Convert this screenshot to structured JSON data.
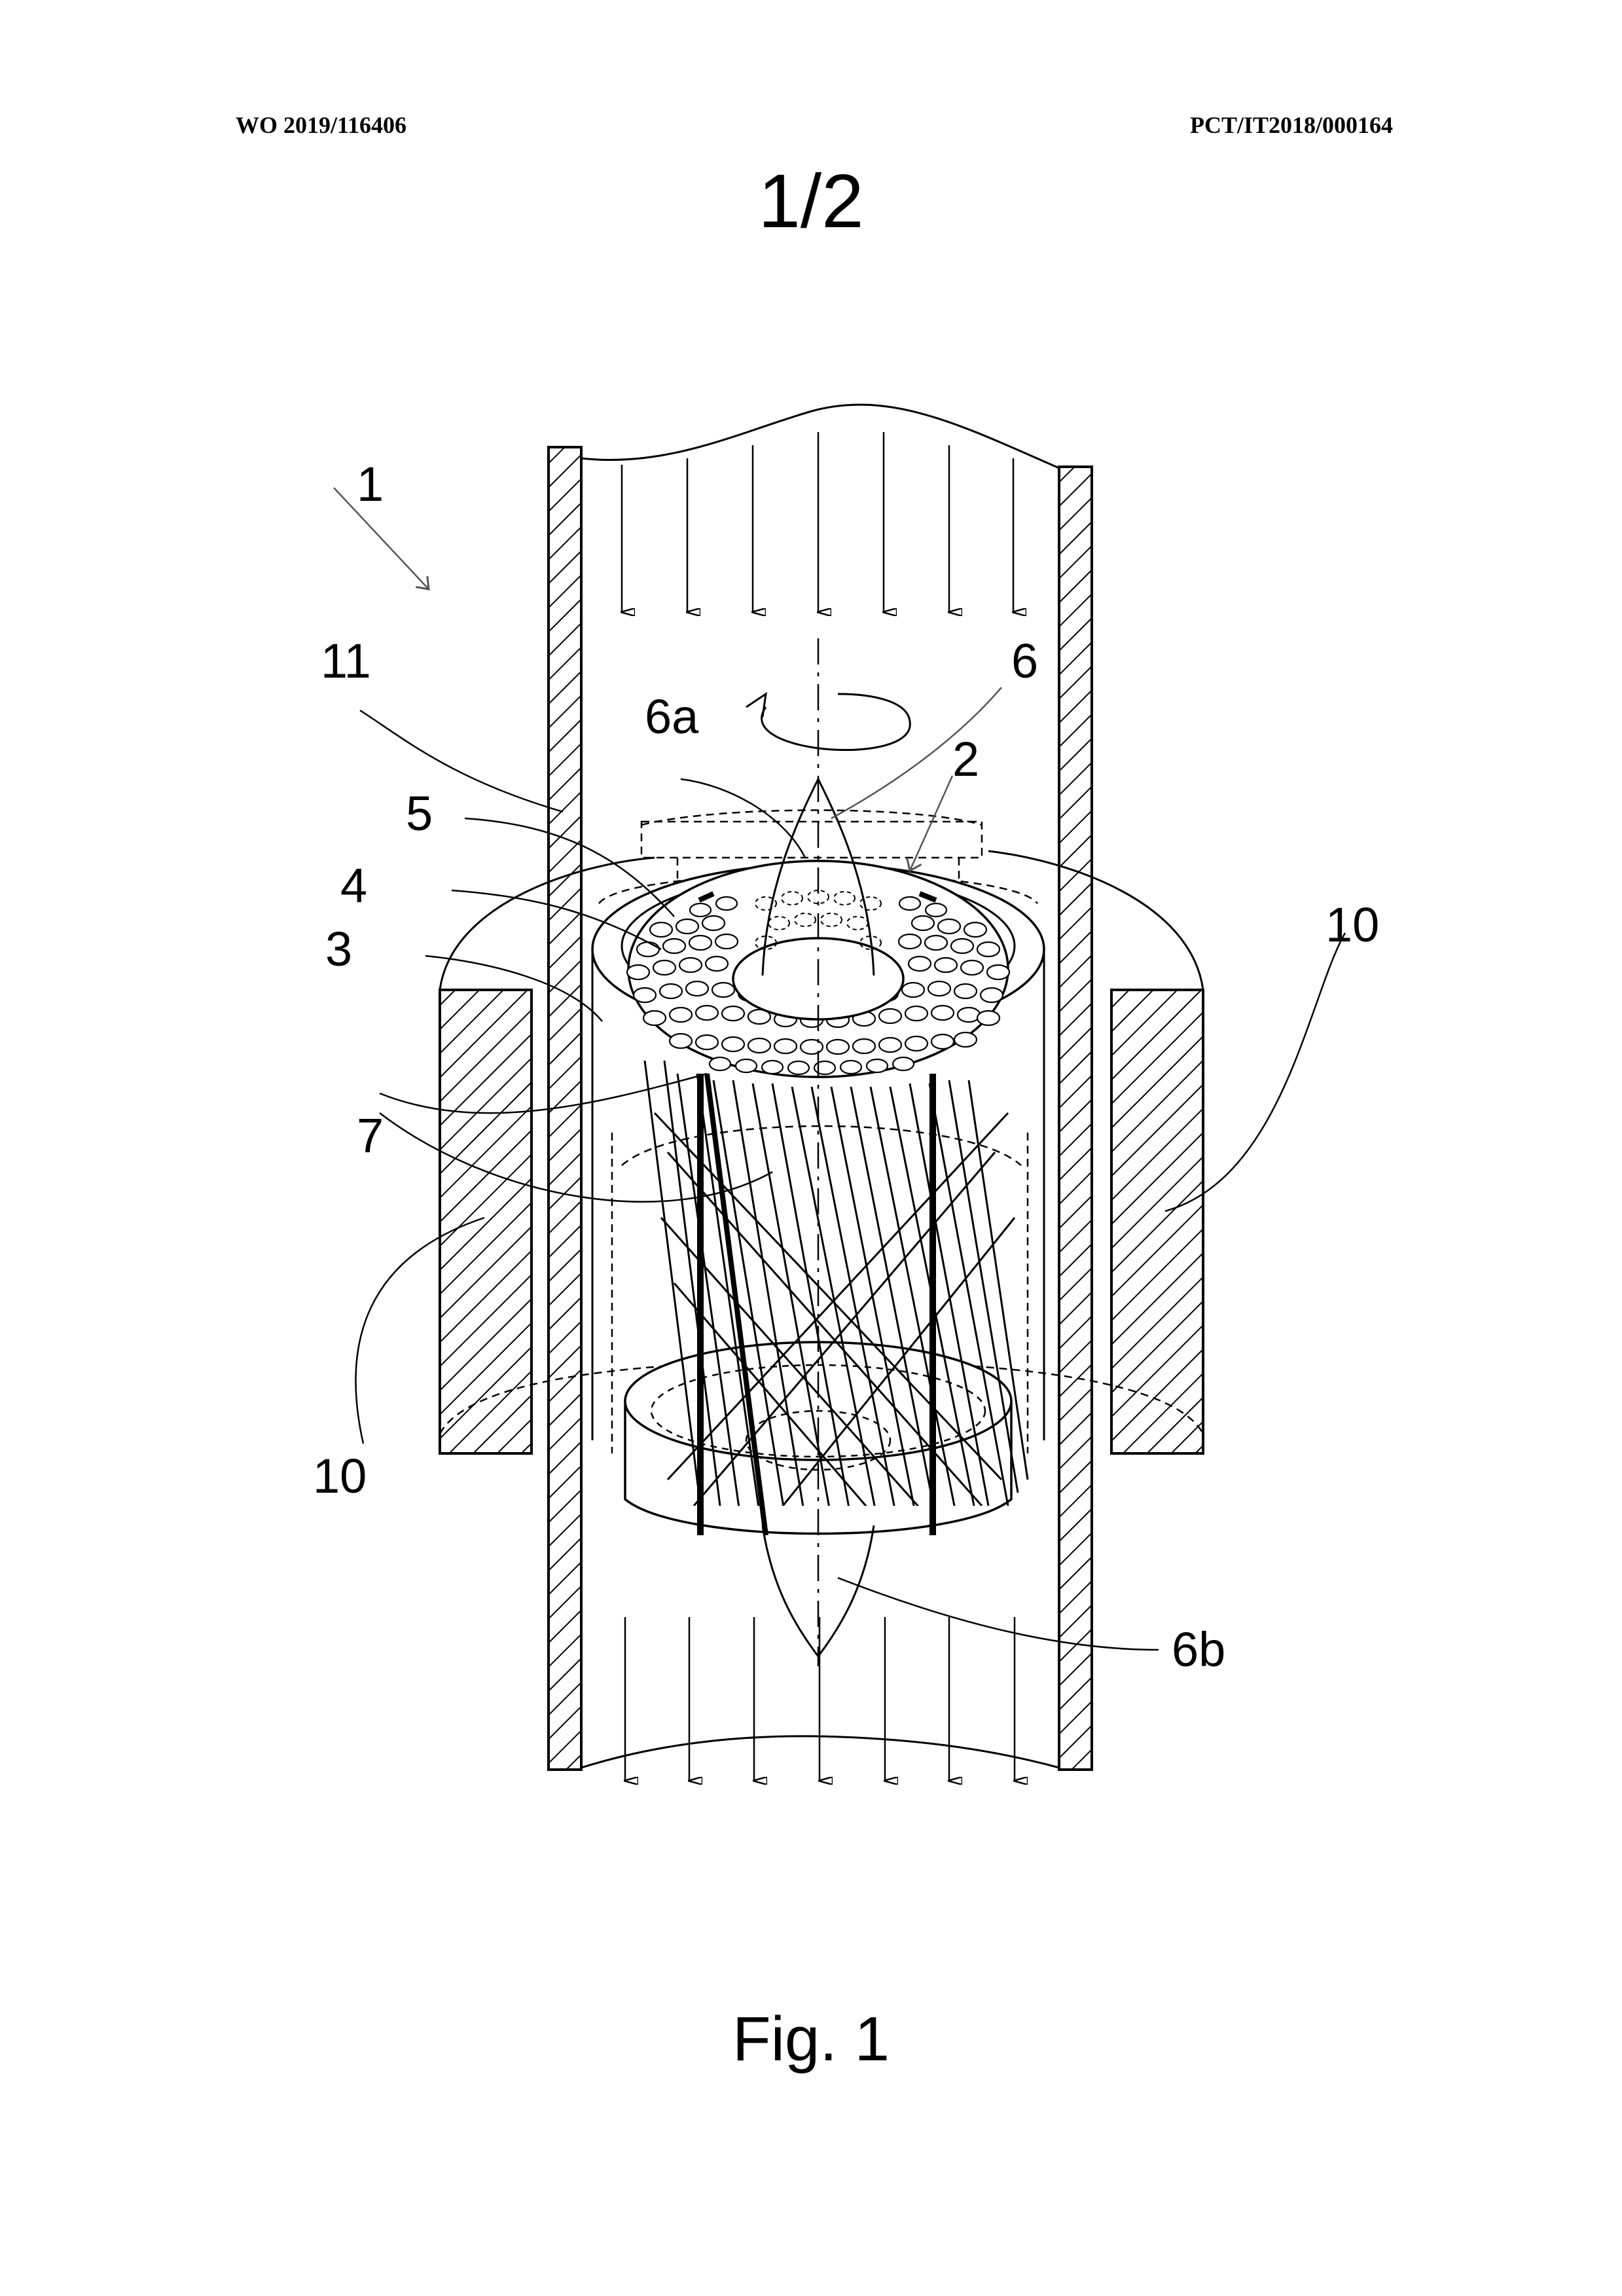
{
  "header": {
    "publication_number": "WO 2019/116406",
    "application_number": "PCT/IT2018/000164"
  },
  "sheet_number": "1/2",
  "figure_caption": "Fig. 1",
  "reference_labels": {
    "device": "1",
    "cartridge": "2",
    "support": "3",
    "core": "4",
    "ring": "5",
    "axis": "6",
    "upper_tip": "6a",
    "lower_tip": "6b",
    "rods": "7",
    "coil_left": "10",
    "coil_right": "10",
    "pipe_wall": "11"
  }
}
